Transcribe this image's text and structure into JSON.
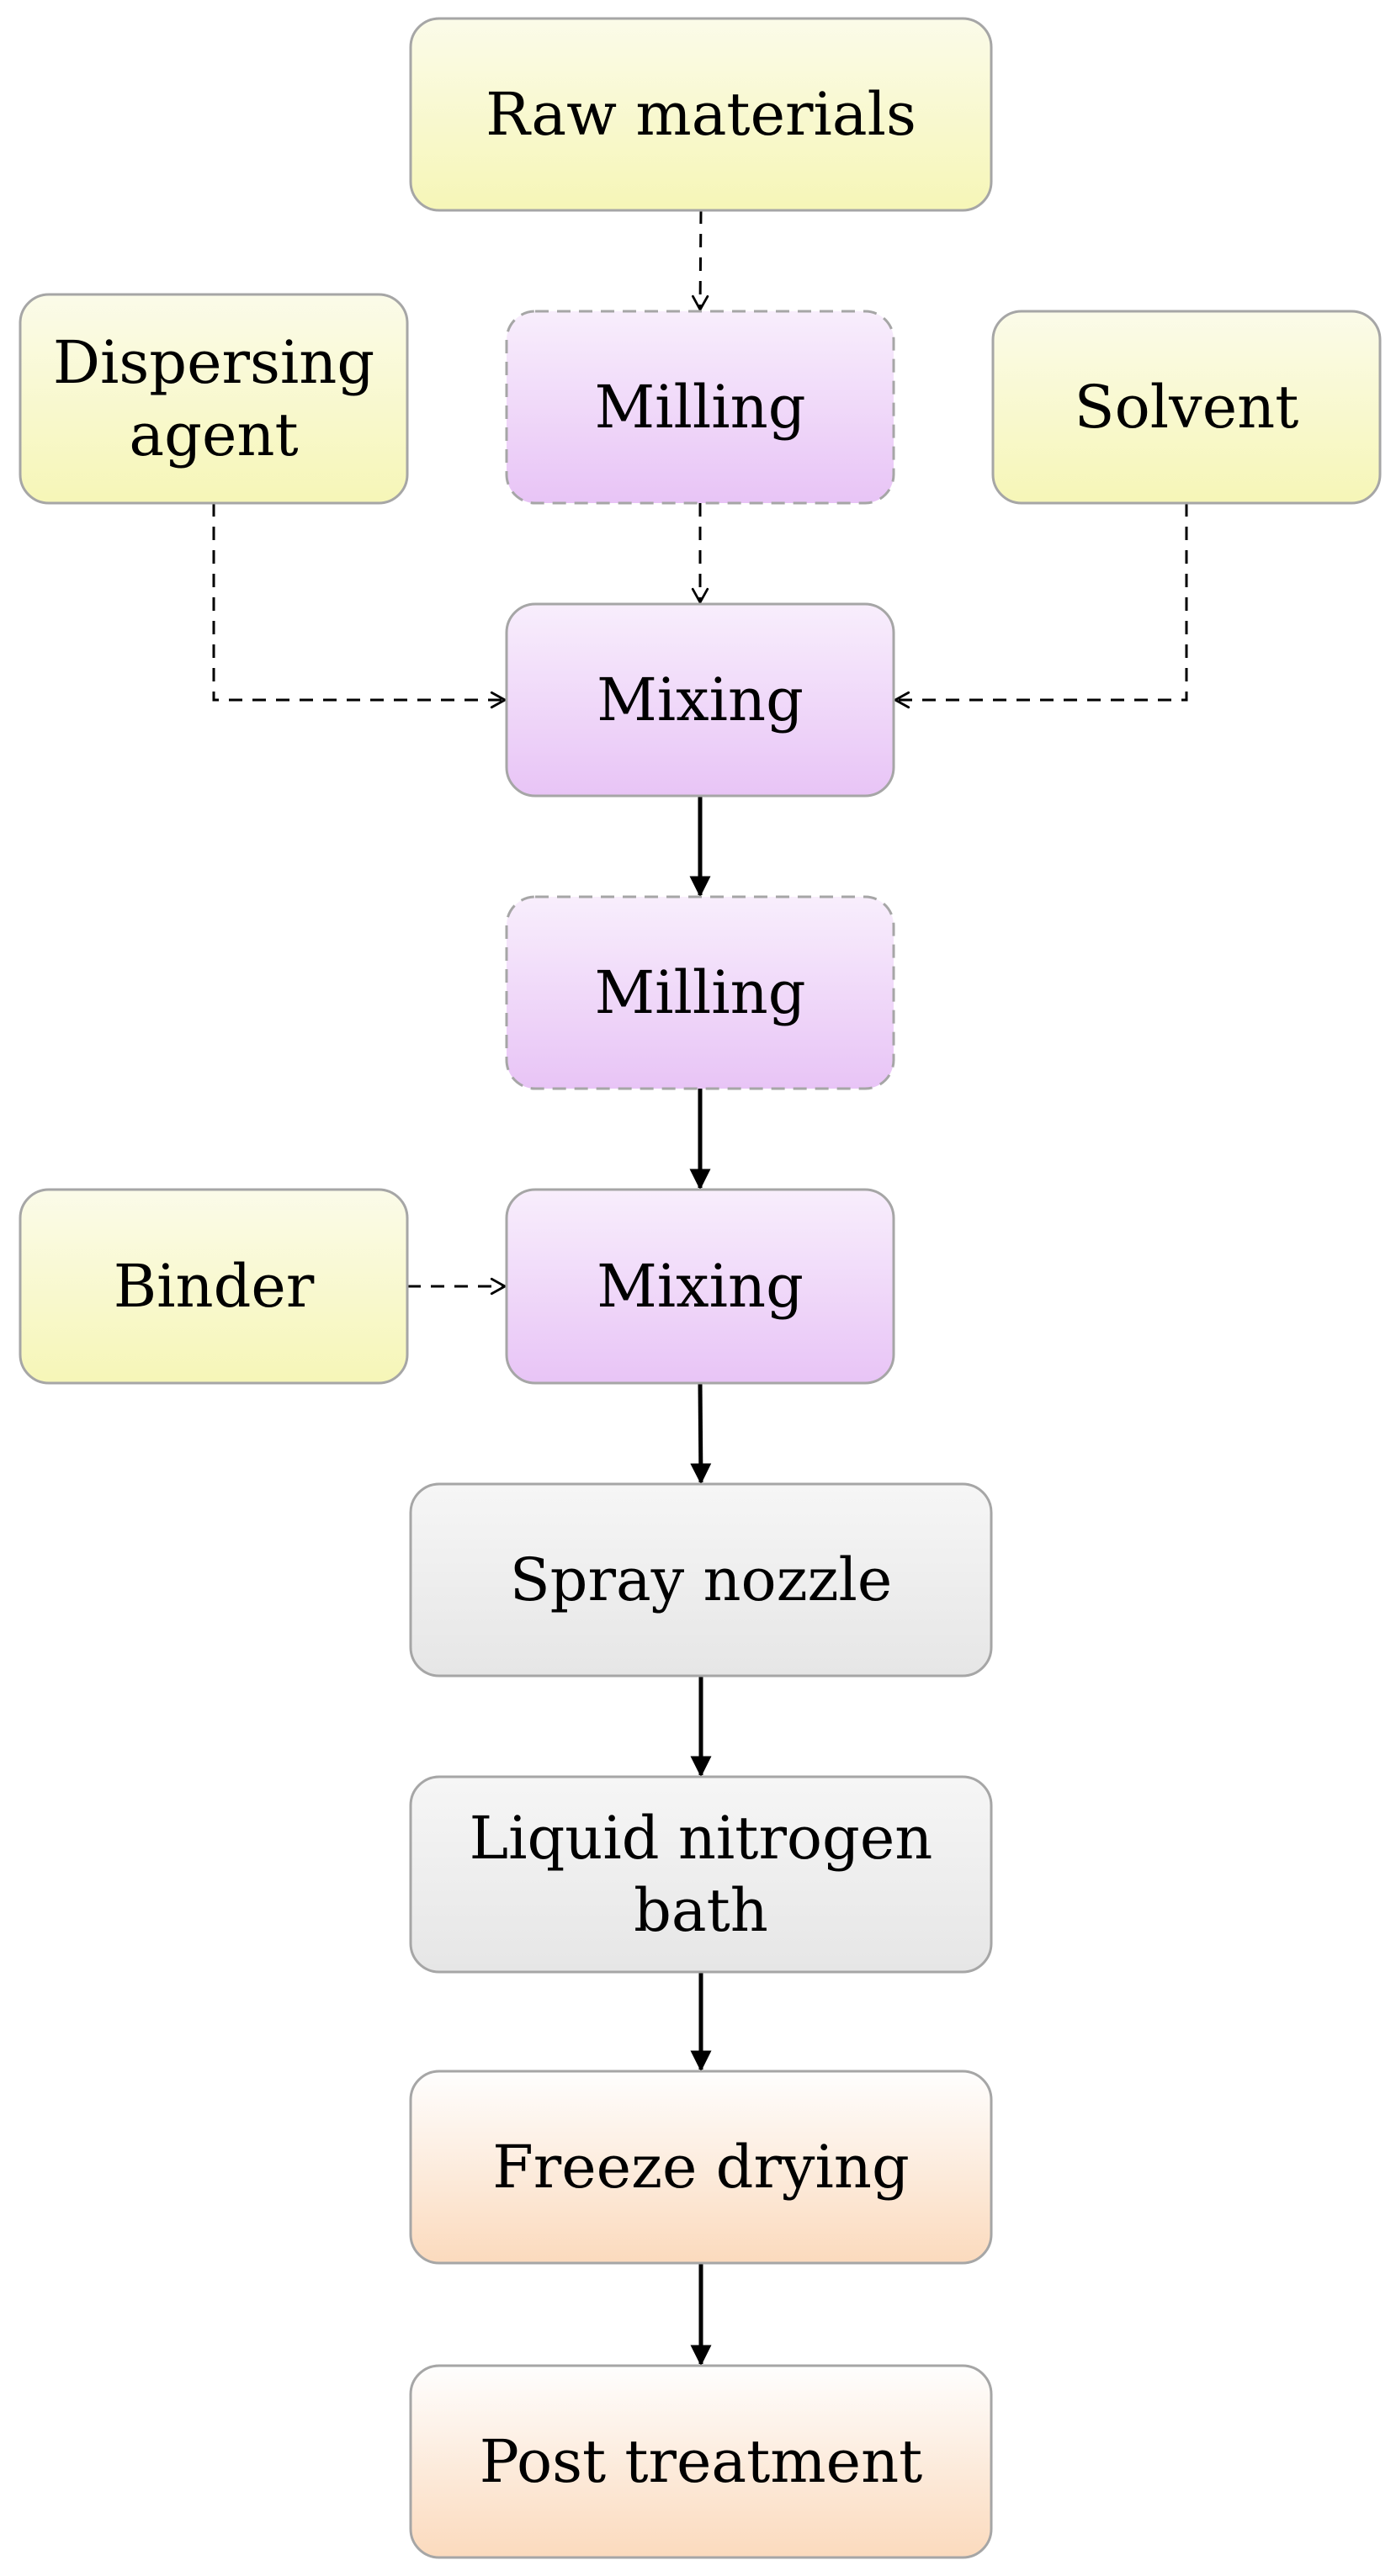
{
  "colors": {
    "raw-materials": [
      "#fbfbe9",
      "#f6f6b7"
    ],
    "process": [
      "#f8eefc",
      "#e8c4f6"
    ],
    "equipment": [
      "#f6f6f6",
      "#e6e6e6"
    ],
    "drying": [
      "#fefefe",
      "#fbdabd"
    ],
    "box_border": "#a6a6a6",
    "arrow": "#000000"
  },
  "nodes": [
    {
      "id": "raw-materials",
      "lines": [
        "Raw materials"
      ],
      "kind": "raw-materials",
      "border": "solid"
    },
    {
      "id": "dispersing-agent",
      "lines": [
        "Dispersing",
        "agent"
      ],
      "kind": "raw-materials",
      "border": "solid"
    },
    {
      "id": "milling-1",
      "lines": [
        "Milling"
      ],
      "kind": "process",
      "border": "dashed"
    },
    {
      "id": "solvent",
      "lines": [
        "Solvent"
      ],
      "kind": "raw-materials",
      "border": "solid"
    },
    {
      "id": "mixing-1",
      "lines": [
        "Mixing"
      ],
      "kind": "process",
      "border": "solid"
    },
    {
      "id": "milling-2",
      "lines": [
        "Milling"
      ],
      "kind": "process",
      "border": "dashed"
    },
    {
      "id": "binder",
      "lines": [
        "Binder"
      ],
      "kind": "raw-materials",
      "border": "solid"
    },
    {
      "id": "mixing-2",
      "lines": [
        "Mixing"
      ],
      "kind": "process",
      "border": "solid"
    },
    {
      "id": "spray-nozzle",
      "lines": [
        "Spray nozzle"
      ],
      "kind": "equipment",
      "border": "solid"
    },
    {
      "id": "liquid-nitrogen-bath",
      "lines": [
        "Liquid nitrogen",
        "bath"
      ],
      "kind": "equipment",
      "border": "solid"
    },
    {
      "id": "freeze-drying",
      "lines": [
        "Freeze drying"
      ],
      "kind": "drying",
      "border": "solid"
    },
    {
      "id": "post-treatment",
      "lines": [
        "Post treatment"
      ],
      "kind": "drying",
      "border": "solid"
    }
  ],
  "edges": [
    {
      "from": "raw-materials",
      "to": "milling-1",
      "style": "dashed"
    },
    {
      "from": "milling-1",
      "to": "mixing-1",
      "style": "dashed"
    },
    {
      "from": "dispersing-agent",
      "to": "mixing-1",
      "style": "dashed"
    },
    {
      "from": "solvent",
      "to": "mixing-1",
      "style": "dashed"
    },
    {
      "from": "mixing-1",
      "to": "milling-2",
      "style": "solid"
    },
    {
      "from": "milling-2",
      "to": "mixing-2",
      "style": "solid"
    },
    {
      "from": "binder",
      "to": "mixing-2",
      "style": "dashed"
    },
    {
      "from": "mixing-2",
      "to": "spray-nozzle",
      "style": "solid"
    },
    {
      "from": "spray-nozzle",
      "to": "liquid-nitrogen-bath",
      "style": "solid"
    },
    {
      "from": "liquid-nitrogen-bath",
      "to": "freeze-drying",
      "style": "solid"
    },
    {
      "from": "freeze-drying",
      "to": "post-treatment",
      "style": "solid"
    }
  ]
}
